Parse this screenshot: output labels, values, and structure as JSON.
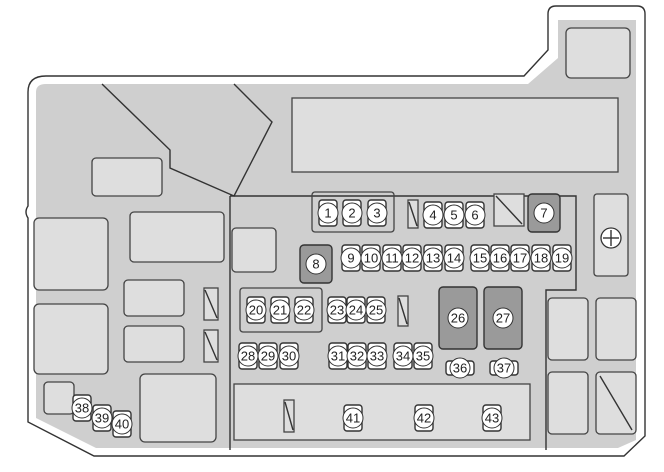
{
  "fuses": [
    {
      "label": "1",
      "style": "small"
    },
    {
      "label": "2",
      "style": "small"
    },
    {
      "label": "3",
      "style": "small"
    },
    {
      "label": "4",
      "style": "small"
    },
    {
      "label": "5",
      "style": "small"
    },
    {
      "label": "6",
      "style": "small"
    },
    {
      "label": "7",
      "style": "relay"
    },
    {
      "label": "8",
      "style": "relay"
    },
    {
      "label": "9",
      "style": "small"
    },
    {
      "label": "10",
      "style": "small"
    },
    {
      "label": "11",
      "style": "small"
    },
    {
      "label": "12",
      "style": "small"
    },
    {
      "label": "13",
      "style": "small"
    },
    {
      "label": "14",
      "style": "small"
    },
    {
      "label": "15",
      "style": "small"
    },
    {
      "label": "16",
      "style": "small"
    },
    {
      "label": "17",
      "style": "small"
    },
    {
      "label": "18",
      "style": "small"
    },
    {
      "label": "19",
      "style": "small"
    },
    {
      "label": "20",
      "style": "small"
    },
    {
      "label": "21",
      "style": "small"
    },
    {
      "label": "22",
      "style": "small"
    },
    {
      "label": "23",
      "style": "small"
    },
    {
      "label": "24",
      "style": "small"
    },
    {
      "label": "25",
      "style": "small"
    },
    {
      "label": "26",
      "style": "large"
    },
    {
      "label": "27",
      "style": "large"
    },
    {
      "label": "28",
      "style": "small"
    },
    {
      "label": "29",
      "style": "small"
    },
    {
      "label": "30",
      "style": "small"
    },
    {
      "label": "31",
      "style": "small"
    },
    {
      "label": "32",
      "style": "small"
    },
    {
      "label": "33",
      "style": "small"
    },
    {
      "label": "34",
      "style": "small"
    },
    {
      "label": "35",
      "style": "small"
    },
    {
      "label": "36",
      "style": "small"
    },
    {
      "label": "37",
      "style": "small"
    },
    {
      "label": "38",
      "style": "small"
    },
    {
      "label": "39",
      "style": "small"
    },
    {
      "label": "40",
      "style": "small"
    },
    {
      "label": "41",
      "style": "small"
    },
    {
      "label": "42",
      "style": "small"
    },
    {
      "label": "43",
      "style": "small"
    }
  ],
  "colors": {
    "housing": "#cfcfcf",
    "panel": "#dedede",
    "fuse_fill": "#ffffff",
    "relay_fill": "#9a9a9a",
    "line": "#333333"
  },
  "icons": {
    "terminal": "plus-terminal-icon"
  }
}
